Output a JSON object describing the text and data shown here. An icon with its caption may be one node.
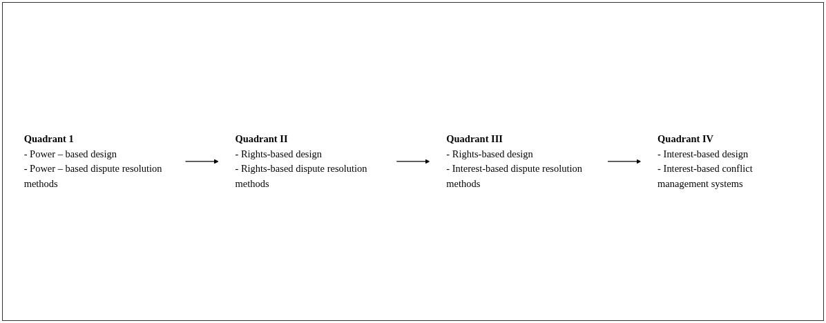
{
  "diagram": {
    "nodes": [
      {
        "text": [
          "Quadrant 1",
          "- Power – based design",
          "- Power – based dispute resolution methods"
        ]
      },
      {
        "text": [
          "Quadrant II",
          "- Rights-based design",
          "- Rights-based dispute resolution methods"
        ]
      },
      {
        "text": [
          "Quadrant III",
          "- Rights-based design",
          "- Interest-based dispute resolution methods"
        ]
      },
      {
        "text": [
          "Quadrant IV",
          "- Interest-based design",
          "- Interest-based conflict management systems"
        ]
      }
    ],
    "edges": [
      {
        "from": 0,
        "to": 1,
        "arrow": "to"
      },
      {
        "from": 1,
        "to": 2,
        "arrow": "to"
      },
      {
        "from": 2,
        "to": 3,
        "arrow": "to"
      }
    ]
  }
}
